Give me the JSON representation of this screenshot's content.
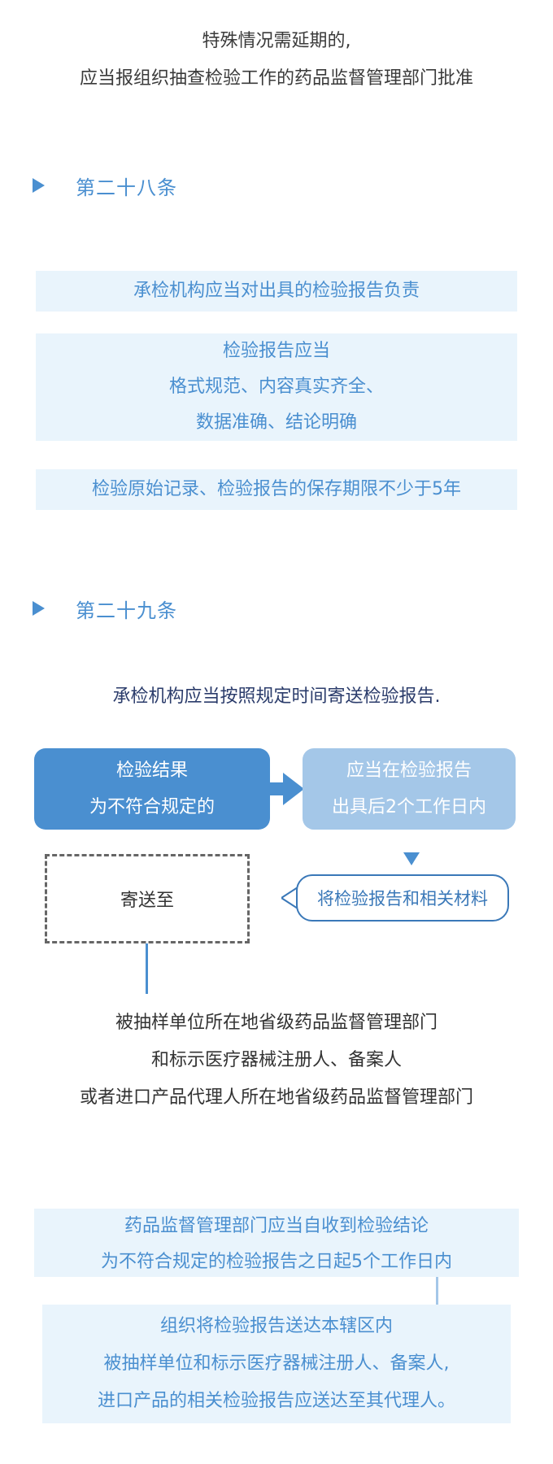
{
  "intro": {
    "line1": "特殊情况需延期的,",
    "line2": "应当报组织抽查检验工作的药品监督管理部门批准"
  },
  "article28": {
    "title": "第二十八条",
    "items": [
      "承检机构应当对出具的检验报告负责",
      "检验报告应当",
      "格式规范、内容真实齐全、",
      "数据准确、结论明确",
      "检验原始记录、检验报告的保存期限不少于5年"
    ]
  },
  "article29": {
    "title": "第二十九条",
    "statement": "承检机构应当按照规定时间寄送检验报告.",
    "box_left": [
      "检验结果",
      "为不符合规定的"
    ],
    "box_right": [
      "应当在检验报告",
      "出具后2个工作日内"
    ],
    "bubble": "将检验报告和相关材料",
    "dashed": "寄送至",
    "recipients": [
      "被抽样单位所在地省级药品监督管理部门",
      "和标示医疗器械注册人、备案人",
      "或者进口产品代理人所在地省级药品监督管理部门"
    ],
    "notice1": [
      "药品监督管理部门应当自收到检验结论",
      "为不符合规定的检验报告之日起5个工作日内"
    ],
    "notice2": [
      "组织将检验报告送达本辖区内",
      "被抽样单位和标示医疗器械注册人、备案人,",
      "进口产品的相关检验报告应送达至其代理人。"
    ]
  },
  "colors": {
    "accent": "#4a8fd0",
    "panel_bg": "#e9f4fc",
    "light_box": "#a4c7e8"
  }
}
